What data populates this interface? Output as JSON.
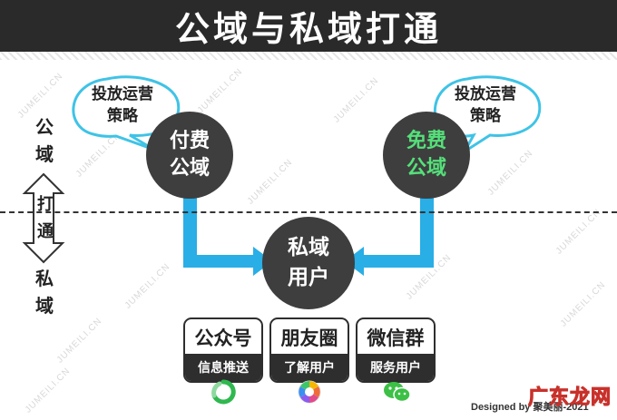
{
  "header": {
    "title": "公域与私域打通"
  },
  "side": {
    "top": "公域",
    "middle": "打通",
    "bottom": "私域"
  },
  "left_bubble": {
    "line1": "投放运营",
    "line2": "策略"
  },
  "right_bubble": {
    "line1": "投放运营",
    "line2": "策略"
  },
  "paid_node": {
    "line1": "付费",
    "line2": "公域"
  },
  "free_node": {
    "line1": "免费",
    "line2": "公域"
  },
  "private_node": {
    "line1": "私域",
    "line2": "用户"
  },
  "cards": [
    {
      "title": "公众号",
      "subtitle": "信息推送"
    },
    {
      "title": "朋友圈",
      "subtitle": "了解用户"
    },
    {
      "title": "微信群",
      "subtitle": "服务用户"
    }
  ],
  "watermark": "JUMEILI.CN",
  "credit": "Designed by 聚美丽-2021",
  "brand": "广东龙网",
  "colors": {
    "arrow": "#29aee6",
    "node": "#3e3e3e",
    "bubble_stroke": "#3fc3e6",
    "free_text": "#55e07a"
  }
}
